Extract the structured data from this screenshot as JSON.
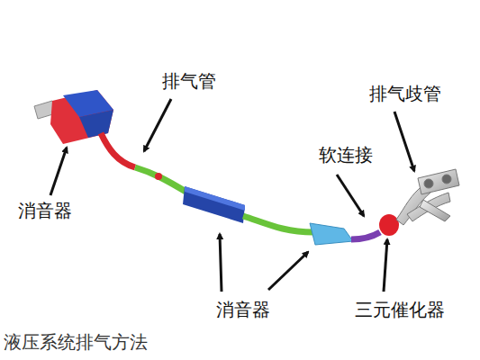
{
  "diagram": {
    "caption": "液压系统排气方法",
    "labels": [
      "排气管",
      "排气歧管",
      "软连接",
      "消音器",
      "消音器",
      "三元催化器"
    ]
  }
}
